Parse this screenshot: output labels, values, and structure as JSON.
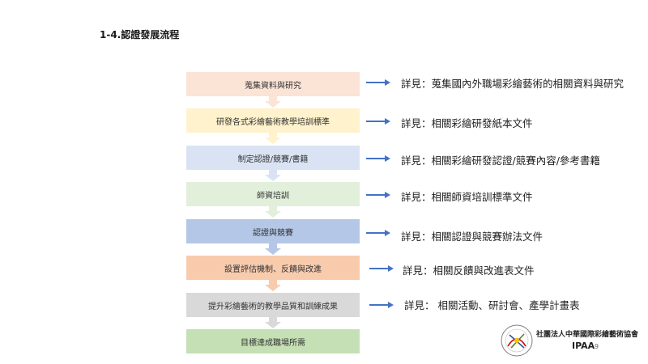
{
  "section_title": "1-4.認證發展流程",
  "steps": [
    {
      "label": "蒐集資料與研究",
      "color": "#fbe3d6",
      "detail": "詳見：蒐集國內外職場彩繪藝術的相關資料與研究"
    },
    {
      "label": "研發各式彩繪藝術教學培訓標準",
      "color": "#fff2cc",
      "detail": "詳見：相關彩繪研發紙本文件"
    },
    {
      "label": "制定認證/競賽/書籍",
      "color": "#dae3f3",
      "detail": "詳見：相關彩繪研發認證/競賽內容/參考書籍"
    },
    {
      "label": "師資培訓",
      "color": "#e2efda",
      "detail": "詳見：相關師資培訓標準文件"
    },
    {
      "label": "認證與競賽",
      "color": "#b4c7e7",
      "detail": "詳見：相關認證與競賽辦法文件"
    },
    {
      "label": "設置評估機制、反饋與改進",
      "color": "#f8cbad",
      "detail": "詳見：相關反饋與改進表文件"
    },
    {
      "label": "提升彩繪藝術的教學品質和訓練成果",
      "color": "#d9d9d9",
      "detail": "詳見： 相關活動、研討會、產學計畫表"
    },
    {
      "label": "目標達成職場所需",
      "color": "#c5e0b4",
      "detail": ""
    }
  ],
  "footer": {
    "org_name": "社團法人中華國際彩繪藝術協會",
    "org_abbr": "IPAA",
    "page_number": "9"
  }
}
